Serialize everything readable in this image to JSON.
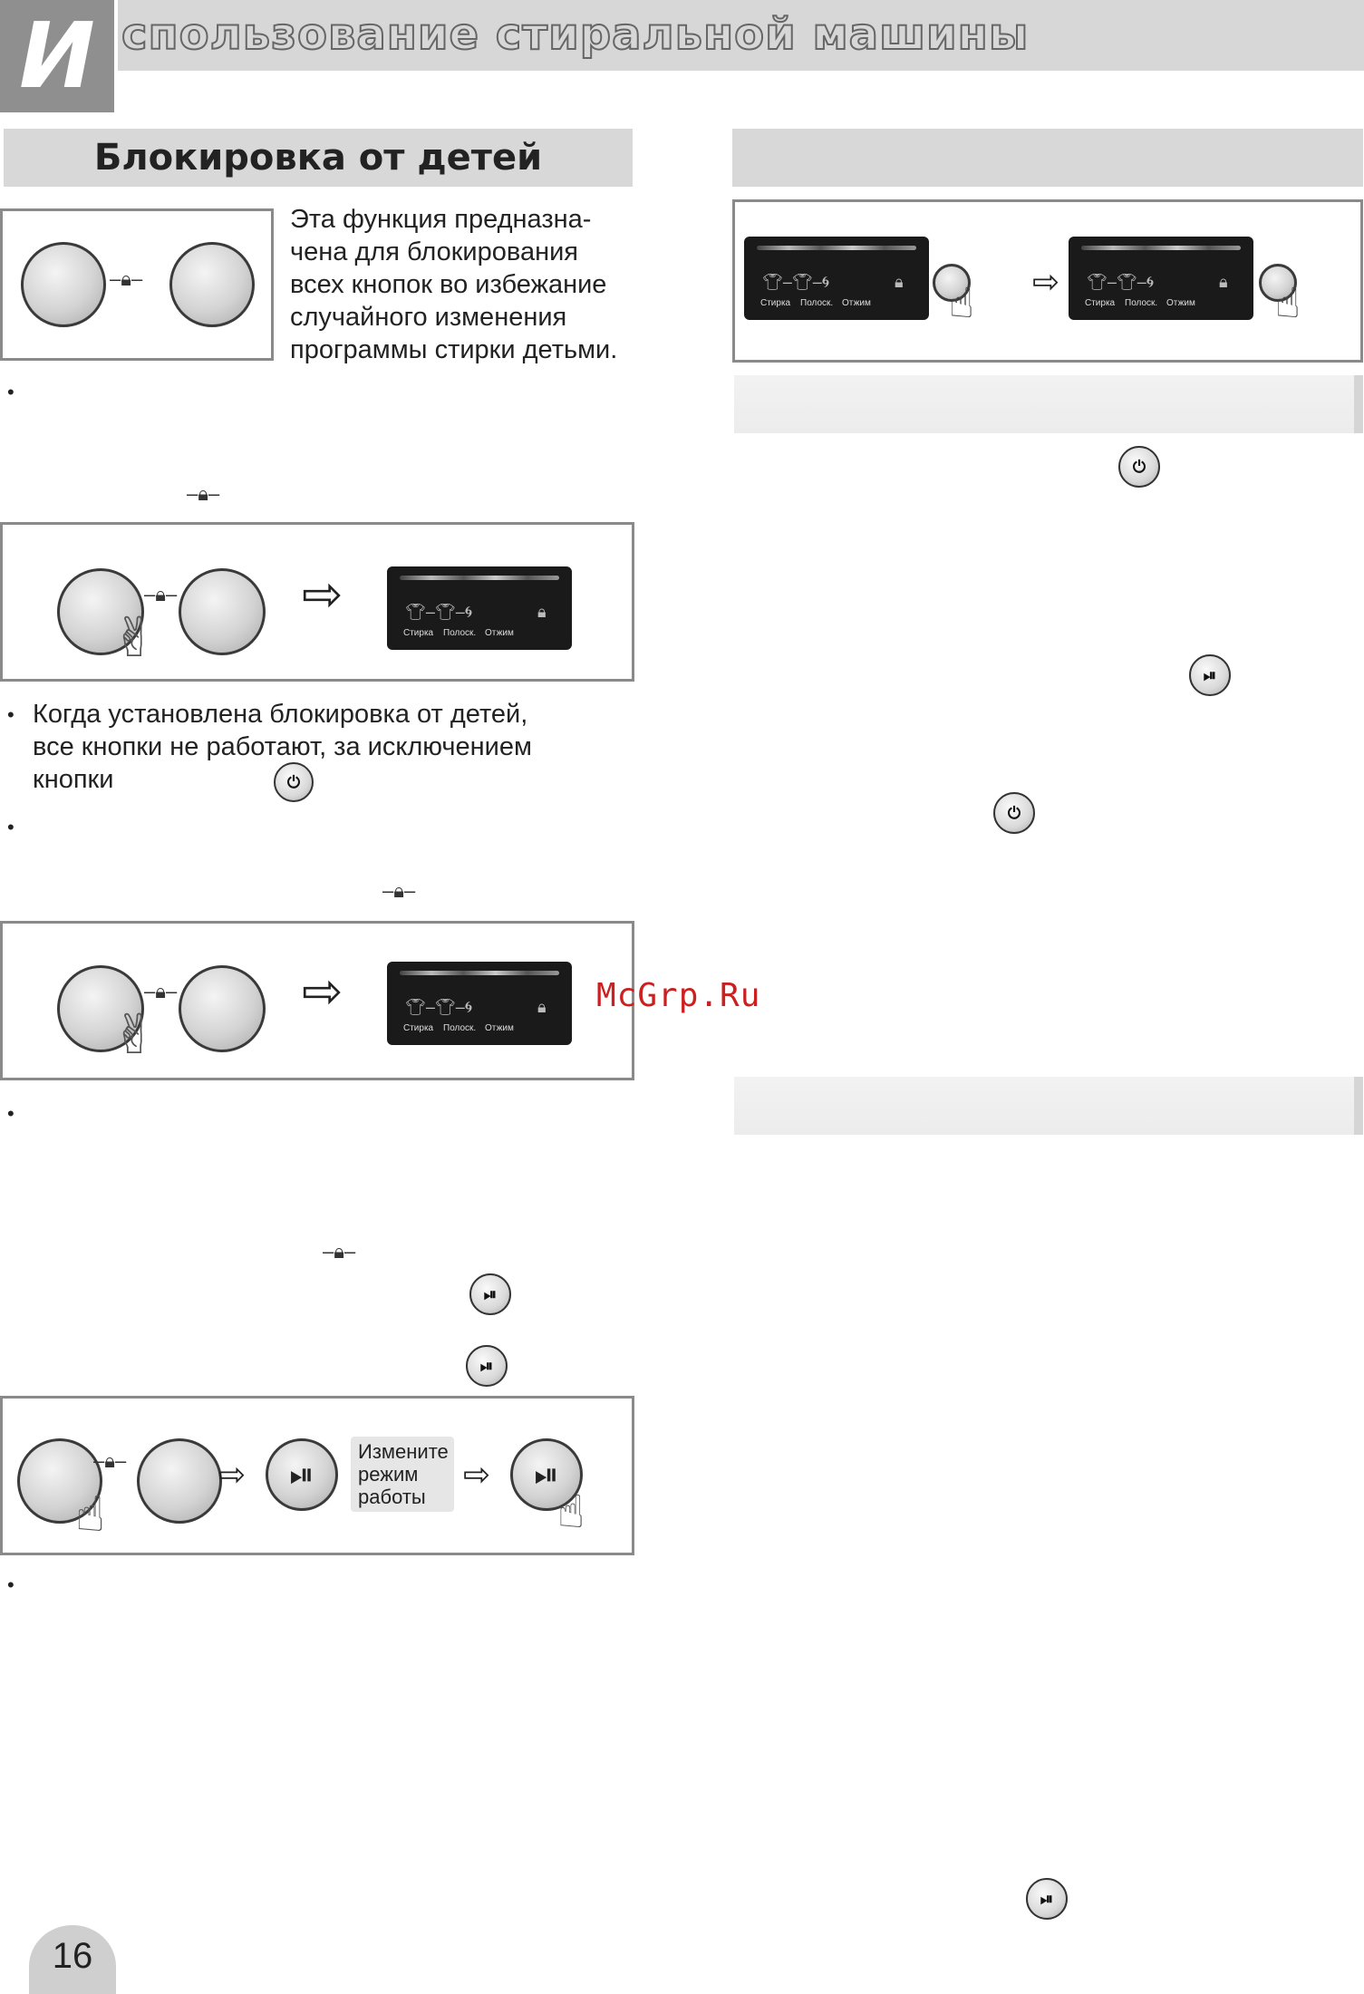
{
  "header": {
    "letter": "И",
    "title": "спользование стиральной машины"
  },
  "left": {
    "section_title": "Блокировка от детей",
    "intro": [
      "Эта функция предназна-",
      "чена для блокирования",
      "всех кнопок во избежание",
      "случайного изменения",
      "программы стирки детьми."
    ],
    "bullet": "•",
    "para2": [
      "Когда установлена блокировка от детей,",
      "все кнопки не работают, за исключением",
      "кнопки"
    ],
    "change_box": [
      "Измените",
      "режим",
      "работы"
    ]
  },
  "panel_labels": {
    "wash": "Стирка",
    "rinse": "Полоск.",
    "spin": "Отжим"
  },
  "icons": {
    "lock": "lock-icon",
    "power": "power-icon",
    "play_pause": "play-pause-icon",
    "arrow": "arrow-right-icon"
  },
  "watermark": "McGrp.Ru",
  "page_number": "16"
}
